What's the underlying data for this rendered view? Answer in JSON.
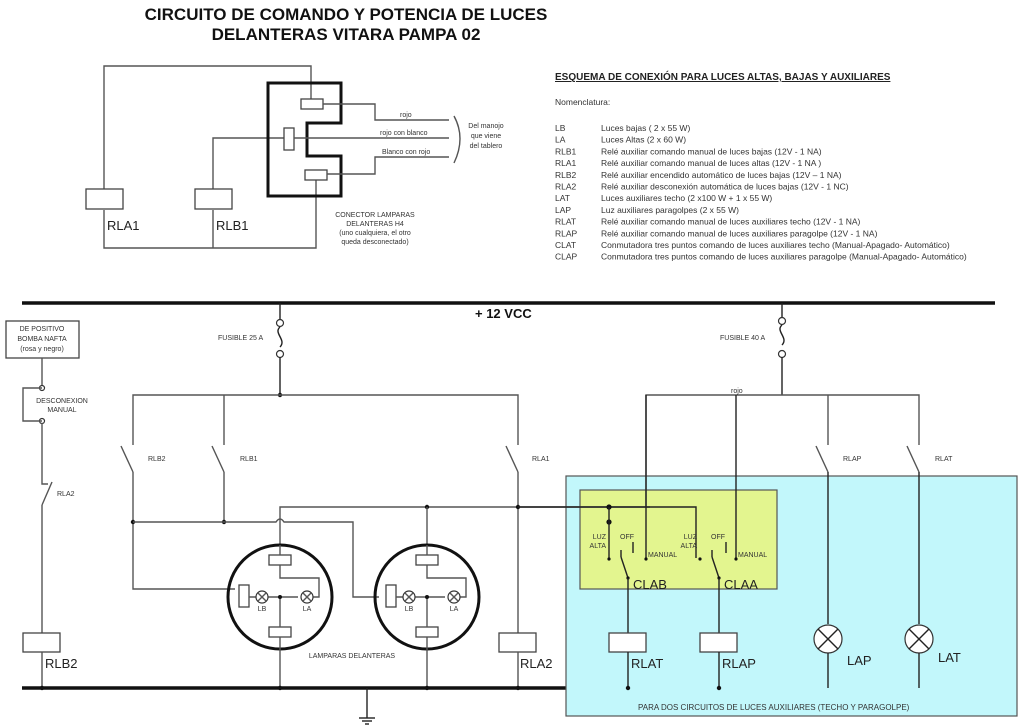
{
  "title": {
    "line1": "CIRCUITO DE COMANDO Y POTENCIA DE LUCES",
    "line2": "DELANTERAS VITARA PAMPA 02"
  },
  "connector": {
    "wires": [
      "rojo",
      "rojo  con blanco",
      "Blanco con rojo"
    ],
    "bundle_label": [
      "Del manojo",
      "que viene",
      "del tablero"
    ],
    "caption": [
      "CONECTOR LAMPARAS",
      "DELANTERAS H4",
      "(uno cualquiera, el otro",
      "queda desconectado)"
    ],
    "relays": [
      "RLA1",
      "RLB1"
    ]
  },
  "legend": {
    "heading": "ESQUEMA DE CONEXIÓN PARA LUCES ALTAS, BAJAS Y AUXILIARES",
    "intro": "Nomenclatura:",
    "items": [
      {
        "code": "LB",
        "desc": "Luces bajas ( 2 x 55 W)"
      },
      {
        "code": "LA",
        "desc": "Luces Altas (2 x 60 W)"
      },
      {
        "code": "RLB1",
        "desc": "Relé auxiliar comando manual de luces bajas (12V - 1 NA)"
      },
      {
        "code": "RLA1",
        "desc": "Relé auxiliar comando manual de luces altas (12V - 1 NA )"
      },
      {
        "code": "RLB2",
        "desc": "Relé auxiliar encendido automático de luces bajas (12V – 1 NA)"
      },
      {
        "code": "RLA2",
        "desc": "Relé auxiliar desconexión automática de luces bajas (12V - 1 NC)"
      },
      {
        "code": "LAT",
        "desc": "Luces auxiliares techo (2 x100 W + 1 x 55 W)"
      },
      {
        "code": "LAP",
        "desc": "Luz auxiliares paragolpes (2 x 55 W)"
      },
      {
        "code": "RLAT",
        "desc": "Relé auxiliar comando manual de luces auxiliares techo (12V - 1 NA)"
      },
      {
        "code": "RLAP",
        "desc": "Relé auxiliar comando manual de luces auxiliares paragolpe (12V - 1 NA)"
      },
      {
        "code": "CLAT",
        "desc": "Conmutadora tres puntos comando de luces auxiliares techo (Manual-Apagado- Automático)"
      },
      {
        "code": "CLAP",
        "desc": "Conmutadora tres puntos comando de luces auxiliares paragolpe (Manual-Apagado- Automático)"
      }
    ]
  },
  "power": {
    "bus_label": "+ 12 VCC",
    "fuse1": "FUSIBLE 25 A",
    "fuse2": "FUSIBLE 40 A",
    "wire_rojo": "rojo"
  },
  "left_branch": {
    "source": [
      "DE POSITIVO",
      "BOMBA NAFTA",
      "(rosa y negro)"
    ],
    "disconnect": [
      "DESCONEXION",
      "MANUAL"
    ],
    "contact": "RLA2",
    "coil": "RLB2"
  },
  "contacts": {
    "rlb2": "RLB2",
    "rlb1": "RLB1",
    "rla1": "RLA1",
    "rlap": "RLAP",
    "rlat": "RLAT"
  },
  "lamps": {
    "lb": "LB",
    "la": "LA",
    "caption": "LAMPARAS DELANTERAS",
    "rla2_coil": "RLA2"
  },
  "aux": {
    "switch_luz": [
      "LUZ",
      "ALTA"
    ],
    "switch_off": "OFF",
    "switch_manual": "MANUAL",
    "clab": "CLAB",
    "claa": "CLAA",
    "rlat": "RLAT",
    "rlap": "RLAP",
    "lap": "LAP",
    "lat": "LAT",
    "caption": "PARA DOS CIRCUITOS DE LUCES AUXILIARES (TECHO Y PARAGOLPE)",
    "panel_color": "#c2f7fb",
    "switch_panel_color": "#e3f58f"
  }
}
